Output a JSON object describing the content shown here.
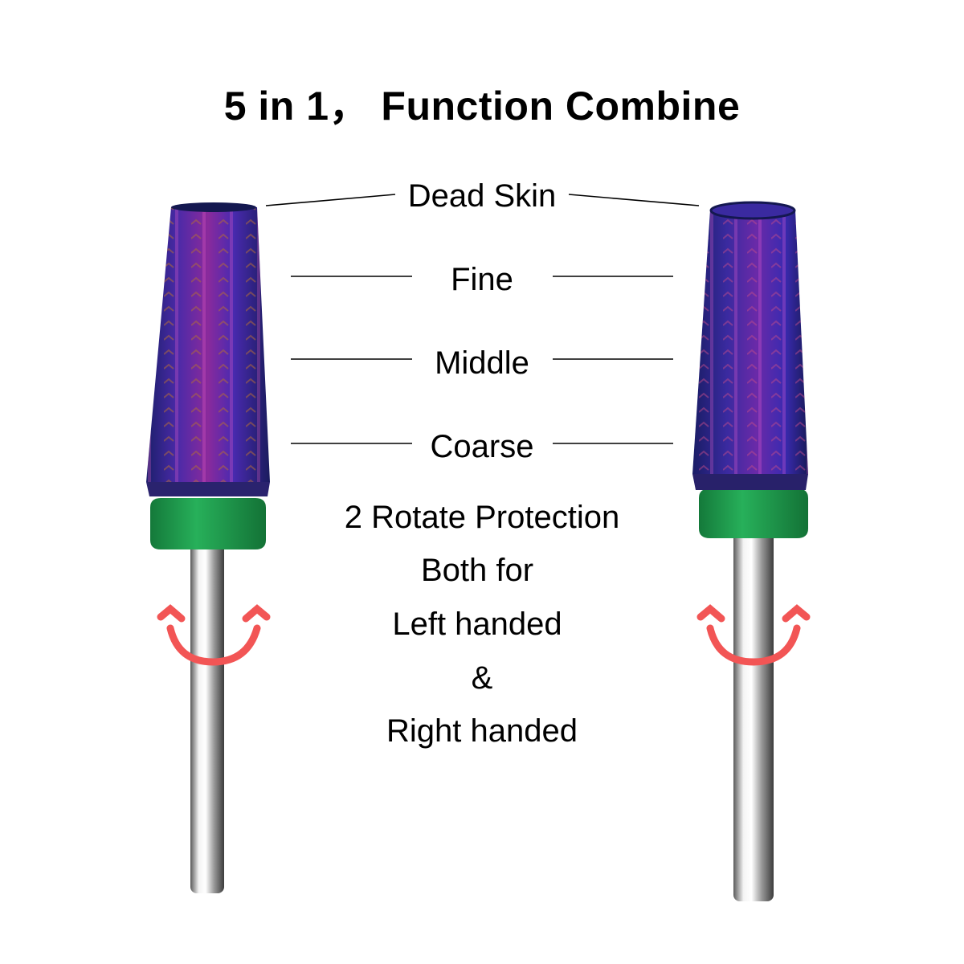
{
  "title": "5 in 1， Function Combine",
  "grit_labels": {
    "dead_skin": "Dead Skin",
    "fine": "Fine",
    "middle": "Middle",
    "coarse": "Coarse"
  },
  "rotation_info": [
    "2 Rotate Protection",
    "Both for",
    "Left handed",
    "&",
    "Right handed"
  ],
  "colors": {
    "background": "#ffffff",
    "bit_purple": "#3a2a9a",
    "bit_blue": "#1f2c8e",
    "bit_magenta": "#8a2a9c",
    "collar_green": "#1f9a4c",
    "shank_silver": "#c8c8c8",
    "arrow_red": "#f25555",
    "leader_line": "#000000"
  },
  "icons": {
    "rotation_arrow": "rotate-both-ways-icon",
    "nail_drill_bit": "nail-drill-bit-icon"
  }
}
